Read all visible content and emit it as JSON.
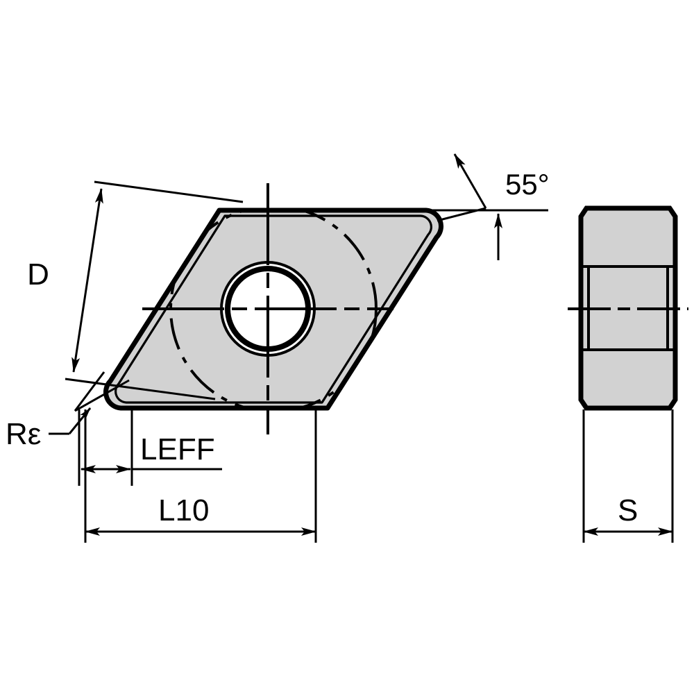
{
  "drawing": {
    "title": "Rhombic 55 degree turning insert dimension drawing",
    "views": {
      "top": {
        "name": "top-view",
        "shape": "rhombic-insert-55-degree"
      },
      "side": {
        "name": "side-view",
        "shape": "rectangular-profile"
      }
    },
    "colors": {
      "face_fill": "#d2d2d2",
      "outline": "#000000",
      "background": "#ffffff",
      "thin_line": "#000000"
    },
    "labels": {
      "diameter": "D",
      "corner_radius": "Rε",
      "effective_length": "LEFF",
      "overall_length": "L10",
      "thickness": "S",
      "angle": "55°"
    },
    "annotations": [
      {
        "id": "D",
        "text": "D",
        "role": "inscribed-circle-diameter"
      },
      {
        "id": "REPS",
        "text": "Rε",
        "role": "corner-nose-radius"
      },
      {
        "id": "LEFF",
        "text": "LEFF",
        "role": "effective-cutting-edge-length"
      },
      {
        "id": "L10",
        "text": "L10",
        "role": "total-edge-length"
      },
      {
        "id": "S",
        "text": "S",
        "role": "insert-thickness"
      },
      {
        "id": "ANGLE",
        "text": "55°",
        "role": "included-corner-angle"
      }
    ]
  }
}
